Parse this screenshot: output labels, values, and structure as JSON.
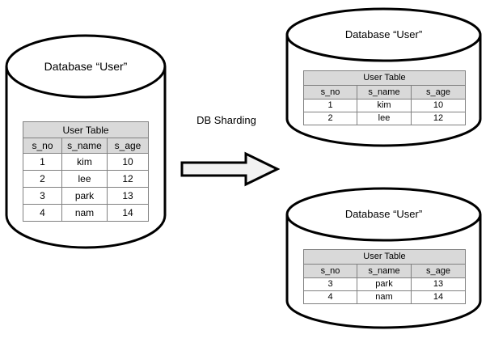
{
  "diagram": {
    "title": "DB Sharding",
    "process_label": "DB Sharding",
    "arrow_icon": "right-block-arrow-icon",
    "colors": {
      "stroke": "#000000",
      "table_header_fill": "#d9d9d9",
      "table_border": "#808080",
      "arrow_fill": "#f2f2f2",
      "background": "#ffffff"
    }
  },
  "table_schema": {
    "table_title": "User Table",
    "columns": [
      "s_no",
      "s_name",
      "s_age"
    ]
  },
  "source_database": {
    "label": "Database “User”",
    "table": {
      "title": "User Table",
      "columns": [
        "s_no",
        "s_name",
        "s_age"
      ],
      "rows": [
        [
          "1",
          "kim",
          "10"
        ],
        [
          "2",
          "lee",
          "12"
        ],
        [
          "3",
          "park",
          "13"
        ],
        [
          "4",
          "nam",
          "14"
        ]
      ]
    }
  },
  "shard_databases": [
    {
      "label": "Database “User”",
      "table": {
        "title": "User Table",
        "columns": [
          "s_no",
          "s_name",
          "s_age"
        ],
        "rows": [
          [
            "1",
            "kim",
            "10"
          ],
          [
            "2",
            "lee",
            "12"
          ]
        ]
      }
    },
    {
      "label": "Database “User”",
      "table": {
        "title": "User Table",
        "columns": [
          "s_no",
          "s_name",
          "s_age"
        ],
        "rows": [
          [
            "3",
            "park",
            "13"
          ],
          [
            "4",
            "nam",
            "14"
          ]
        ]
      }
    }
  ]
}
